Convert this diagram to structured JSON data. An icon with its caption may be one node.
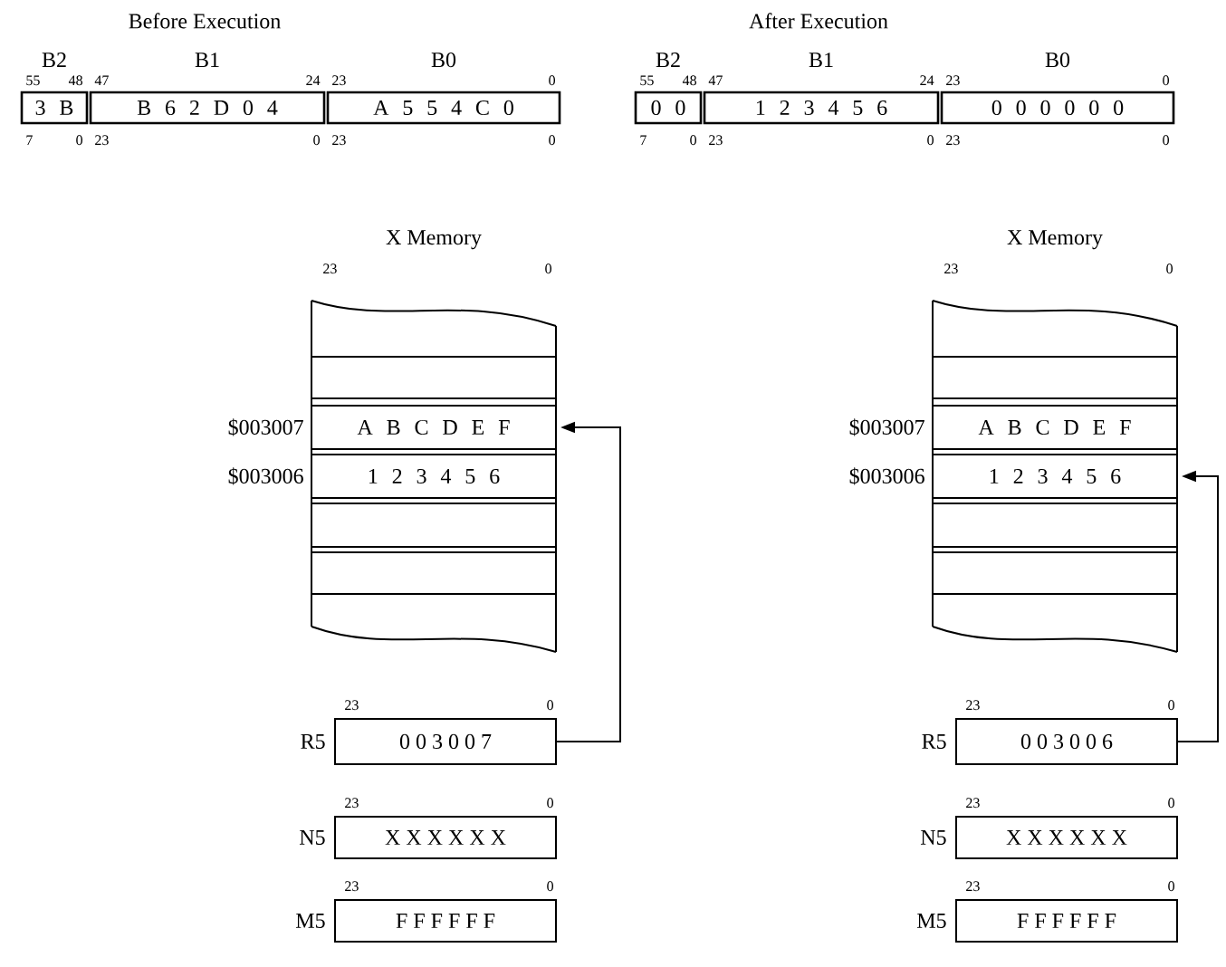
{
  "diagram": {
    "nodes": [
      {
        "text": [
          "B2",
          "3 B"
        ],
        "beside": [
          "55",
          "48",
          "7",
          "0"
        ]
      },
      {
        "text": [
          "B1",
          "B 6 2 D 0 4"
        ],
        "beside": [
          "47",
          "24",
          "23",
          "0"
        ]
      },
      {
        "text": [
          "B0",
          "A 5 5 4 C 0"
        ],
        "beside": [
          "23",
          "0",
          "23",
          "0"
        ]
      },
      {
        "text": [
          "X Memory"
        ],
        "beside": [
          "23",
          "0"
        ]
      },
      {
        "text": [],
        "shape": "box",
        "in": 3
      },
      {
        "text": [
          "A B C D E F"
        ],
        "beside": [
          "$003007"
        ],
        "in": 3
      },
      {
        "text": [
          "1 2 3 4 5 6"
        ],
        "beside": [
          "$003006"
        ],
        "in": 3
      },
      {
        "text": [],
        "shape": "box",
        "in": 3
      },
      {
        "text": [],
        "shape": "box",
        "in": 3
      },
      {
        "text": [
          "0 0 3 0 0 7"
        ],
        "beside": [
          "R5",
          "23",
          "0"
        ]
      },
      {
        "text": [
          "X X X X X X"
        ],
        "beside": [
          "N5",
          "23",
          "0"
        ]
      },
      {
        "text": [
          "F F F F F F"
        ],
        "beside": [
          "M5",
          "23",
          "0"
        ]
      },
      {
        "text": [
          "B2",
          "0 0"
        ],
        "beside": [
          "55",
          "48",
          "7",
          "0"
        ]
      },
      {
        "text": [
          "B1",
          "1 2 3 4 5 6"
        ],
        "beside": [
          "47",
          "24",
          "23",
          "0"
        ]
      },
      {
        "text": [
          "B0",
          "0 0 0 0 0 0"
        ],
        "beside": [
          "23",
          "0",
          "23",
          "0"
        ]
      },
      {
        "text": [
          "X Memory"
        ],
        "beside": [
          "23",
          "0"
        ]
      },
      {
        "text": [],
        "shape": "box",
        "in": 15
      },
      {
        "text": [
          "A B C D E F"
        ],
        "beside": [
          "$003007"
        ],
        "in": 15
      },
      {
        "text": [
          "1 2 3 4 5 6"
        ],
        "beside": [
          "$003006"
        ],
        "in": 15
      },
      {
        "text": [],
        "shape": "box",
        "in": 15
      },
      {
        "text": [],
        "shape": "box",
        "in": 15
      },
      {
        "text": [
          "0 0 3 0 0 6"
        ],
        "beside": [
          "R5",
          "23",
          "0"
        ]
      },
      {
        "text": [
          "X X X X X X"
        ],
        "beside": [
          "N5",
          "23",
          "0"
        ]
      },
      {
        "text": [
          "F F F F F F"
        ],
        "beside": [
          "M5",
          "23",
          "0"
        ]
      }
    ],
    "edges": [
      {
        "from": 9,
        "to": 5,
        "arrow": "to"
      },
      {
        "from": 21,
        "to": 18,
        "arrow": "to"
      }
    ],
    "labels": [
      "Before Execution",
      "After Execution"
    ]
  }
}
